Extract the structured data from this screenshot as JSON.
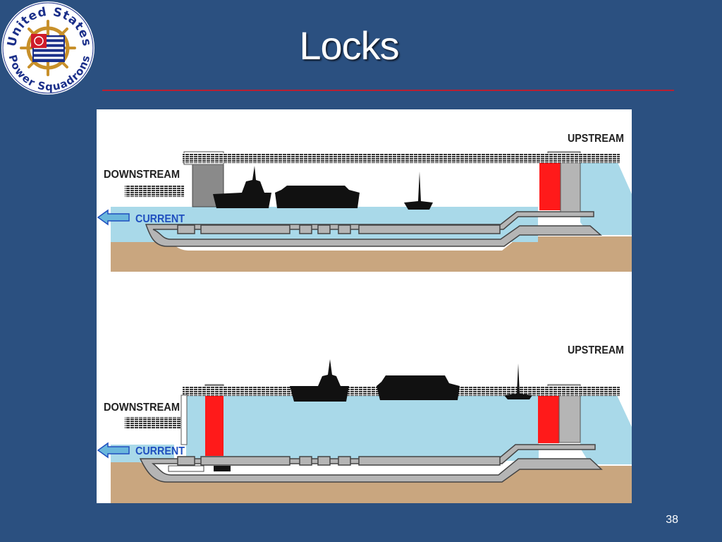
{
  "slide": {
    "title": "Locks",
    "page_number": "38"
  },
  "logo": {
    "top_text": "United States",
    "bottom_text": "Power Squadrons"
  },
  "diagram_top": {
    "upstream_label": "UPSTREAM",
    "downstream_label": "DOWNSTREAM",
    "current_label": "CURRENT"
  },
  "diagram_bottom": {
    "upstream_label": "UPSTREAM",
    "downstream_label": "DOWNSTREAM",
    "current_label": "CURRENT"
  },
  "colors": {
    "background": "#2b5080",
    "title_rule": "#b82033",
    "water": "#a9d9e9",
    "gate_closed": "#ff1a1a",
    "ground": "#c9a67f",
    "concrete": "#b5b5b5",
    "current_text": "#1f4fbf"
  }
}
